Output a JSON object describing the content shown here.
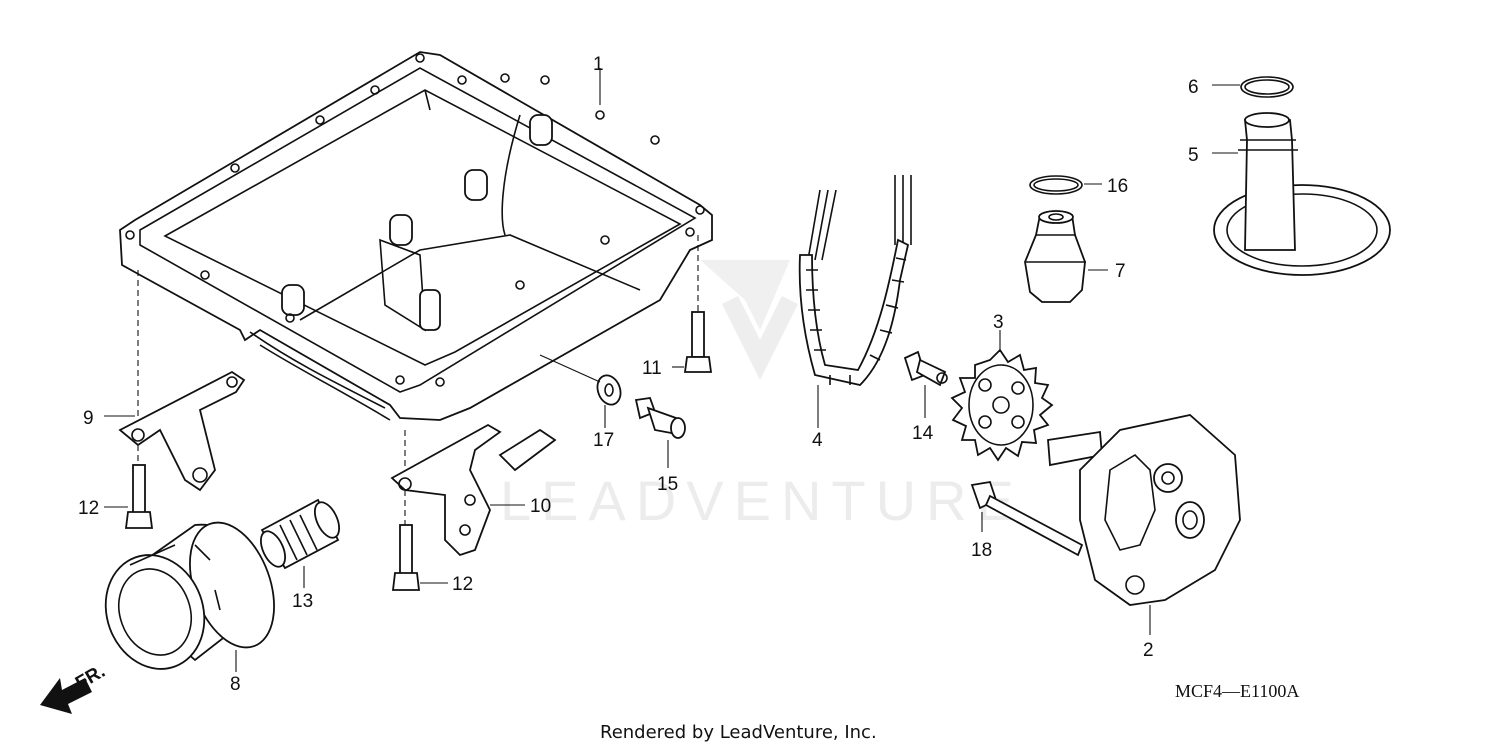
{
  "diagram": {
    "callouts": [
      "1",
      "2",
      "3",
      "4",
      "5",
      "6",
      "7",
      "8",
      "9",
      "10",
      "11",
      "12",
      "12",
      "13",
      "14",
      "15",
      "16",
      "17",
      "18"
    ],
    "front_marker": "FR.",
    "diagram_code": "MCF4—E1100A",
    "credit": "Rendered by LeadVenture, Inc.",
    "watermark": "LEADVENTURE"
  }
}
